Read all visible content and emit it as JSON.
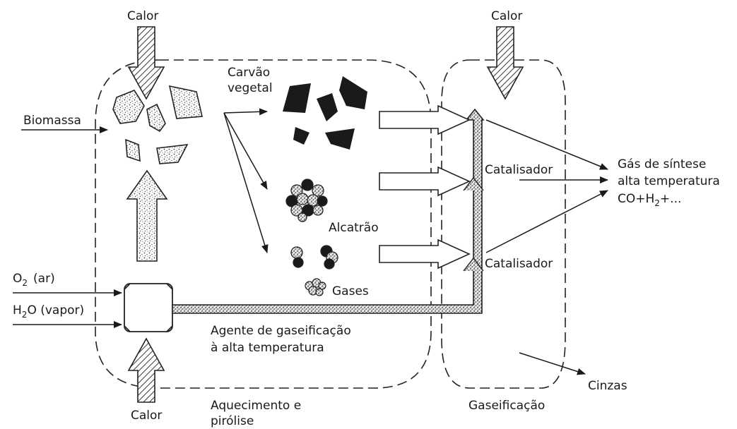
{
  "labels": {
    "heat_top_left": "Calor",
    "heat_top_right": "Calor",
    "heat_bottom": "Calor",
    "biomass": "Biomassa",
    "charcoal_line1": "Carvão",
    "charcoal_line2": "vegetal",
    "tar": "Alcatrão",
    "gases": "Gases",
    "oxygen_prefix": "O",
    "oxygen_sub": "2",
    "oxygen_suffix": "(ar)",
    "water_prefix": "H",
    "water_sub": "2",
    "water_suffix": "O (vapor)",
    "agent_line1": "Agente de gaseificação",
    "agent_line2": "à alta temperatura",
    "catalyst_top": "Catalisador",
    "catalyst_bottom": "Catalisador",
    "syngas_line1": "Gás de síntese",
    "syngas_line2": "alta temperatura",
    "syngas_prefix": "CO+H",
    "syngas_sub": "2",
    "syngas_suffix": "+...",
    "ashes": "Cinzas",
    "stage_left_line1": "Aquecimento e",
    "stage_left_line2": "pirólise",
    "stage_right": "Gaseificação"
  }
}
